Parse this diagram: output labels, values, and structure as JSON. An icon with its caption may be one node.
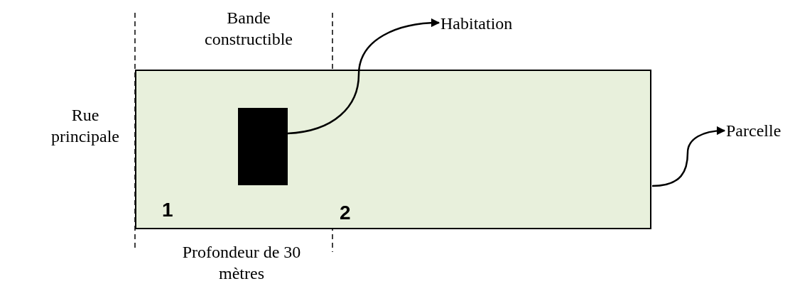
{
  "diagram": {
    "nodes": [
      {
        "text": [],
        "shape": "box"
      },
      {
        "text": [],
        "shape": "box",
        "in": 0
      },
      {
        "text": [
          "Habitation"
        ]
      },
      {
        "text": [
          "Parcelle"
        ]
      }
    ],
    "edges": [
      {
        "from": 1,
        "to": 2,
        "arrow": "to"
      },
      {
        "from": 0,
        "to": 3,
        "arrow": "to"
      }
    ],
    "labels": [
      "Bande constructible",
      "Rue principale",
      "1",
      "2",
      "Profondeur de 30 mètres"
    ]
  }
}
